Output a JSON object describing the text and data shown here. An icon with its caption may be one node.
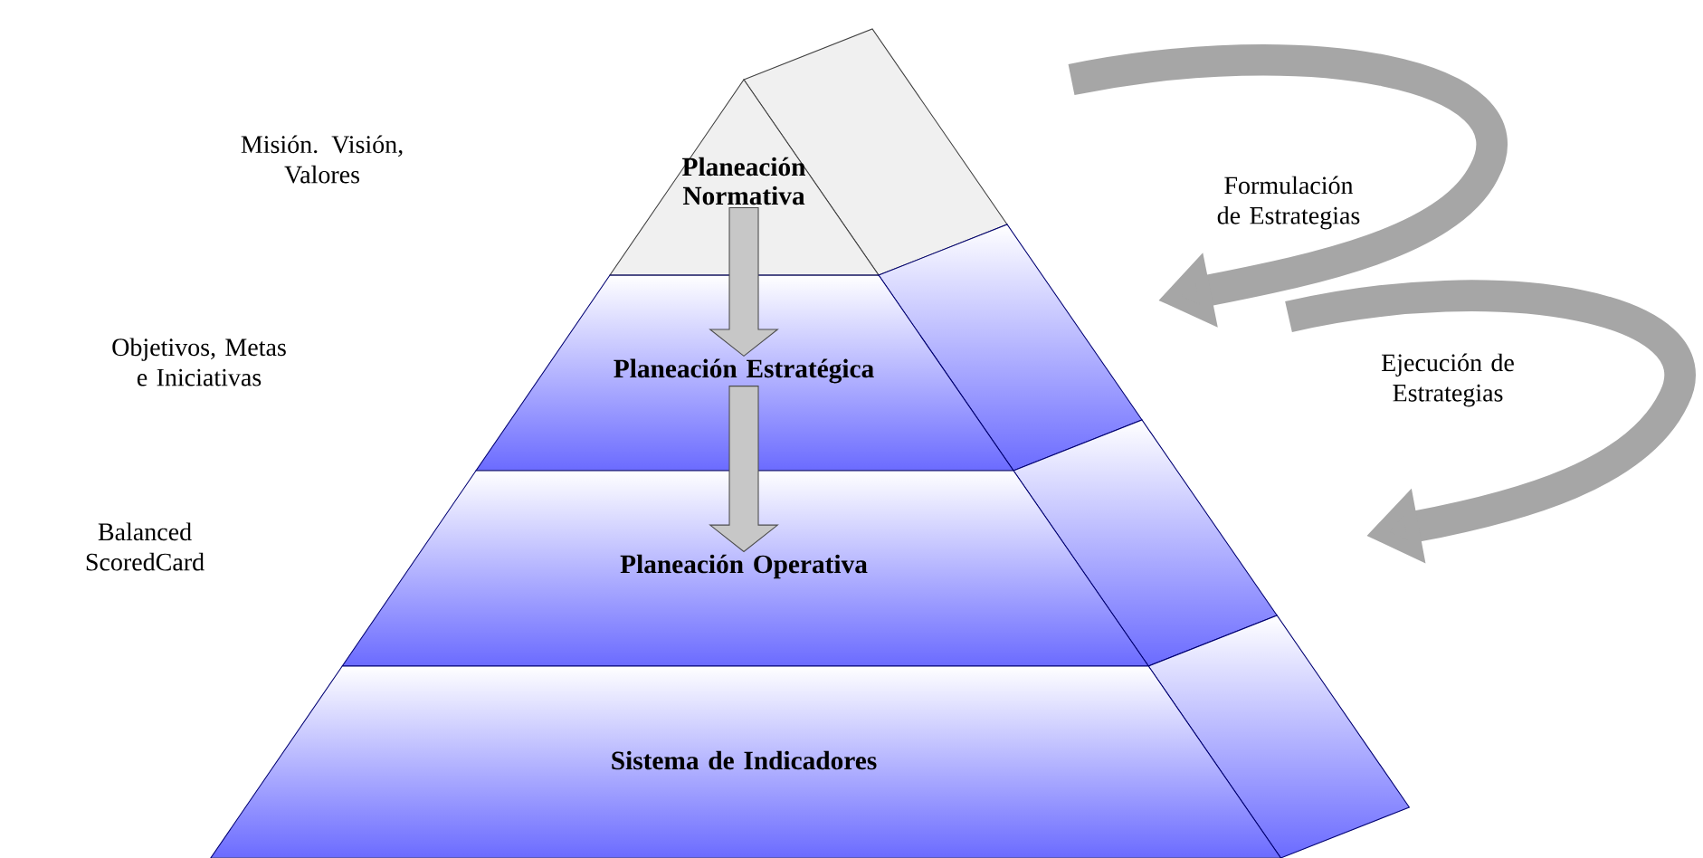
{
  "diagram": {
    "nodes": [
      {
        "text": [
          "Planeación Normativa"
        ]
      },
      {
        "text": [
          "Planeación Estratégica"
        ]
      },
      {
        "text": [
          "Planeación Operativa"
        ]
      },
      {
        "text": [
          "Sistema de Indicadores"
        ]
      }
    ],
    "edges": [
      {
        "from": 0,
        "to": 1,
        "arrow": "to"
      },
      {
        "from": 1,
        "to": 2,
        "arrow": "to"
      },
      {
        "from": null,
        "to": 1,
        "arrow": "to",
        "label": "Formulación de Estrategias"
      },
      {
        "from": null,
        "to": 2,
        "arrow": "to",
        "label": "Ejecución de Estrategias"
      }
    ],
    "labels": [
      "Misión. Visión, Valores",
      "Objetivos, Metas e Iniciativas",
      "Balanced ScoredCard"
    ]
  }
}
